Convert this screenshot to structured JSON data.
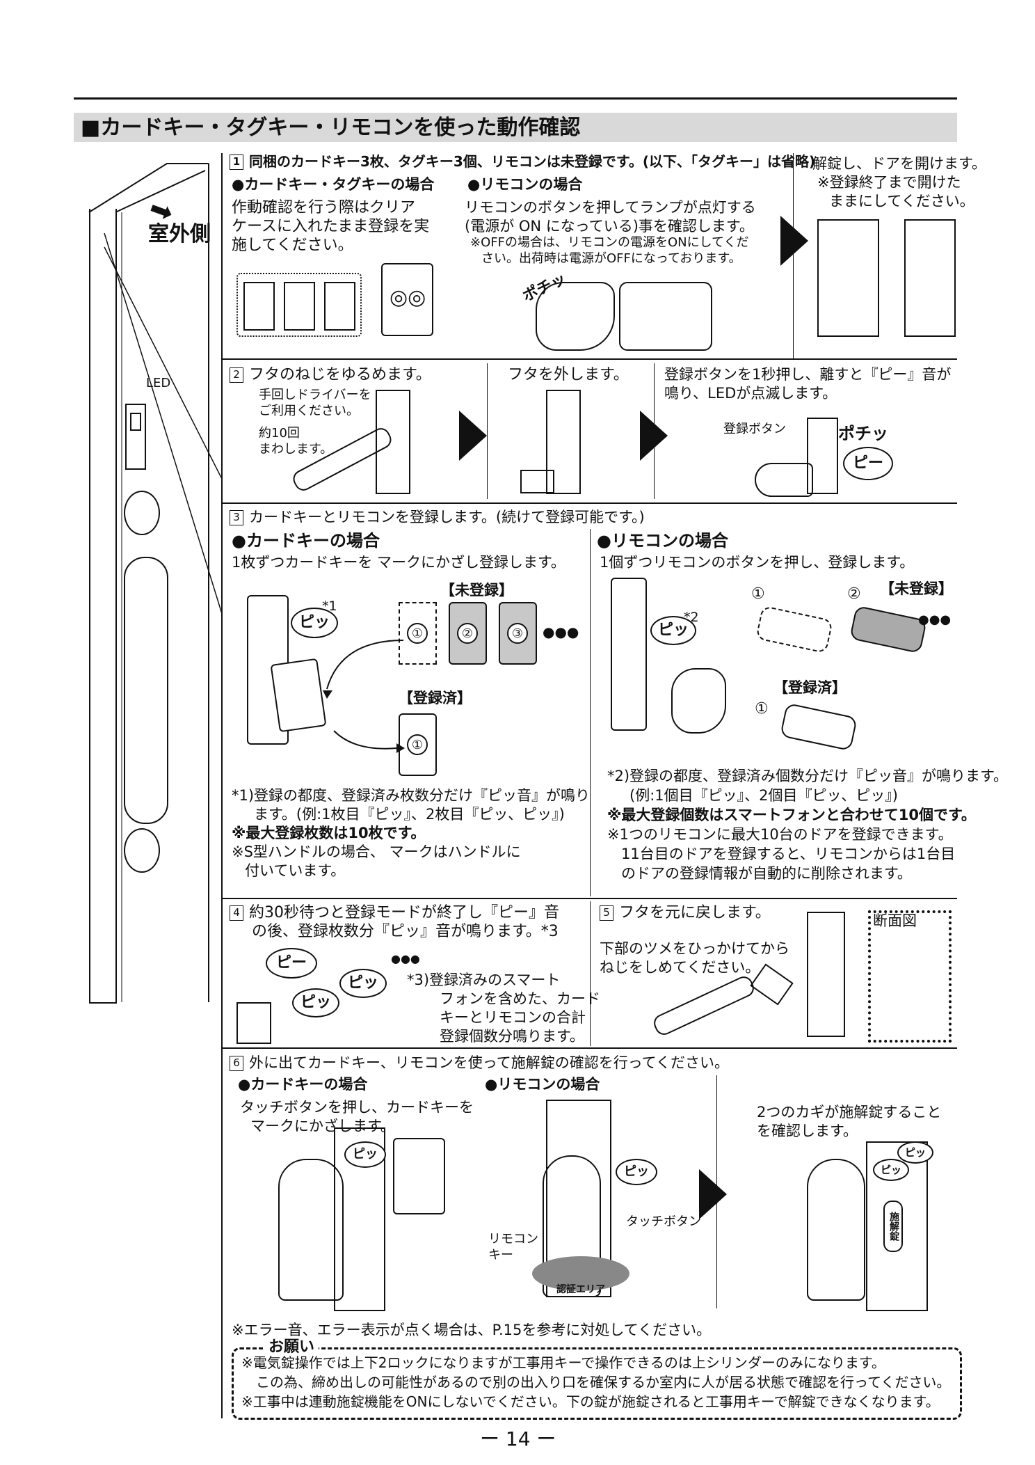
{
  "header": {
    "title": "■カードキー・タグキー・リモコンを使った動作確認"
  },
  "left": {
    "outside_label": "室外側",
    "led_label": "LED"
  },
  "step1": {
    "num": "1",
    "text": "同梱のカードキー3枚、タグキー3個、リモコンは未登録です。(以下、「タグキー」は省略)",
    "card_head": "●カードキー・タグキーの場合",
    "card_lines": [
      "作動確認を行う際はクリア",
      "ケースに入れたまま登録を実",
      "施してください。"
    ],
    "remote_head": "●リモコンの場合",
    "remote_lines": [
      "リモコンのボタンを押してランプが点灯する",
      "(電源が ON になっている)事を確認します。",
      "※OFFの場合は、リモコンの電源をONにしてくだ",
      "さい。出荷時は電源がOFFになっております。"
    ],
    "pochi": "ポチッ",
    "right_lines": [
      "解錠し、ドアを開けます。",
      "※登録終了まで開けた",
      "ままにしてください。"
    ]
  },
  "step2": {
    "num": "2",
    "a_text": "フタのねじをゆるめます。",
    "a_note1": [
      "手回しドライバーを",
      "ご利用ください。"
    ],
    "a_note2": [
      "約10回",
      "まわします。"
    ],
    "b_text": "フタを外します。",
    "c_lines": [
      "登録ボタンを1秒押し、離すと『ピー』音が",
      "鳴り、LEDが点滅します。"
    ],
    "c_button_label": "登録ボタン",
    "pochi": "ポチッ",
    "pii": "ピー"
  },
  "step3": {
    "num": "3",
    "text": "カードキーとリモコンを登録します。(続けて登録可能です。)",
    "card_head": "●カードキーの場合",
    "card_sub": "1枚ずつカードキーを マークにかざし登録します。",
    "unregistered": "【未登録】",
    "registered": "【登録済】",
    "nums": [
      "①",
      "②",
      "③",
      "①"
    ],
    "dots": "●●●",
    "pi": "ピッ",
    "star1": "*1",
    "card_notes": [
      "*1)登録の都度、登録済み枚数分だけ『ピッ音』が鳴り",
      "ます。(例:1枚目『ピッ』、2枚目『ピッ、ピッ』)",
      "※最大登録枚数は10枚です。",
      "※S型ハンドルの場合、 マークはハンドルに",
      "付いています。"
    ],
    "remote_head": "●リモコンの場合",
    "remote_sub": "1個ずつリモコンのボタンを押し、登録します。",
    "star2": "*2",
    "remote_notes": [
      "*2)登録の都度、登録済み個数分だけ『ピッ音』が鳴ります。",
      "(例:1個目『ピッ』、2個目『ピッ、ピッ』)",
      "※最大登録個数はスマートフォンと合わせて10個です。",
      "※1つのリモコンに最大10台のドアを登録できます。",
      "11台目のドアを登録すると、リモコンからは1台目",
      "のドアの登録情報が自動的に削除されます。"
    ]
  },
  "step4": {
    "num": "4",
    "lines": [
      "約30秒待つと登録モードが終了し『ピー』音",
      "の後、登録枚数分『ピッ』音が鳴ります。*3"
    ],
    "pii": "ピー",
    "pi1": "ピッ",
    "pi2": "ピッ",
    "note": [
      "*3)登録済みのスマート",
      "フォンを含めた、カード",
      "キーとリモコンの合計",
      "登録個数分鳴ります。"
    ]
  },
  "step5": {
    "num": "5",
    "text": "フタを元に戻します。",
    "lines": [
      "下部のツメをひっかけてから",
      "ねじをしめてください。"
    ],
    "section_label": "断面図"
  },
  "step6": {
    "num": "6",
    "text": "外に出てカードキー、リモコンを使って施解錠の確認を行ってください。",
    "card_head": "●カードキーの場合",
    "card_lines": [
      "タッチボタンを押し、カードキーを",
      " マークにかざします。"
    ],
    "remote_head": "●リモコンの場合",
    "touch_button": "タッチボタン",
    "remote_key": [
      "リモコン",
      "キー"
    ],
    "auth_area": "認証エリア",
    "right_lines": [
      "2つのカギが施解錠すること",
      "を確認します。"
    ],
    "pi": "ピッ",
    "lock_label": "施解錠"
  },
  "footer": {
    "error_note": "※エラー音、エラー表示が点く場合は、P.15を参考に対処してください。",
    "request_title": "お願い",
    "request_lines": [
      "※電気錠操作では上下2ロックになりますが工事用キーで操作できるのは上シリンダーのみになります。",
      "この為、締め出しの可能性があるので別の出入り口を確保するか室内に人が居る状態で確認を行ってください。",
      "※工事中は連動施錠機能をONにしないでください。下の錠が施錠されると工事用キーで解錠できなくなります。"
    ],
    "page_number": "ー 14 ー"
  }
}
